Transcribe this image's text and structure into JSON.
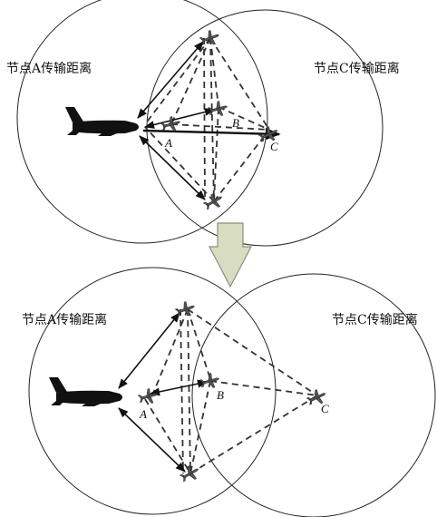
{
  "top": {
    "label_a_range": "节点A传输距离",
    "label_c_range": "节点C传输距离",
    "node_a": "A",
    "node_b": "B",
    "node_c": "C"
  },
  "bottom": {
    "label_a_range": "节点A传输距离",
    "label_c_range": "节点C传输距离",
    "node_a": "A",
    "node_b": "B",
    "node_c": "C"
  },
  "colors": {
    "arrow_fill": "#d8dcc0",
    "arrow_stroke": "#8a8e78",
    "lines": "#333333"
  }
}
